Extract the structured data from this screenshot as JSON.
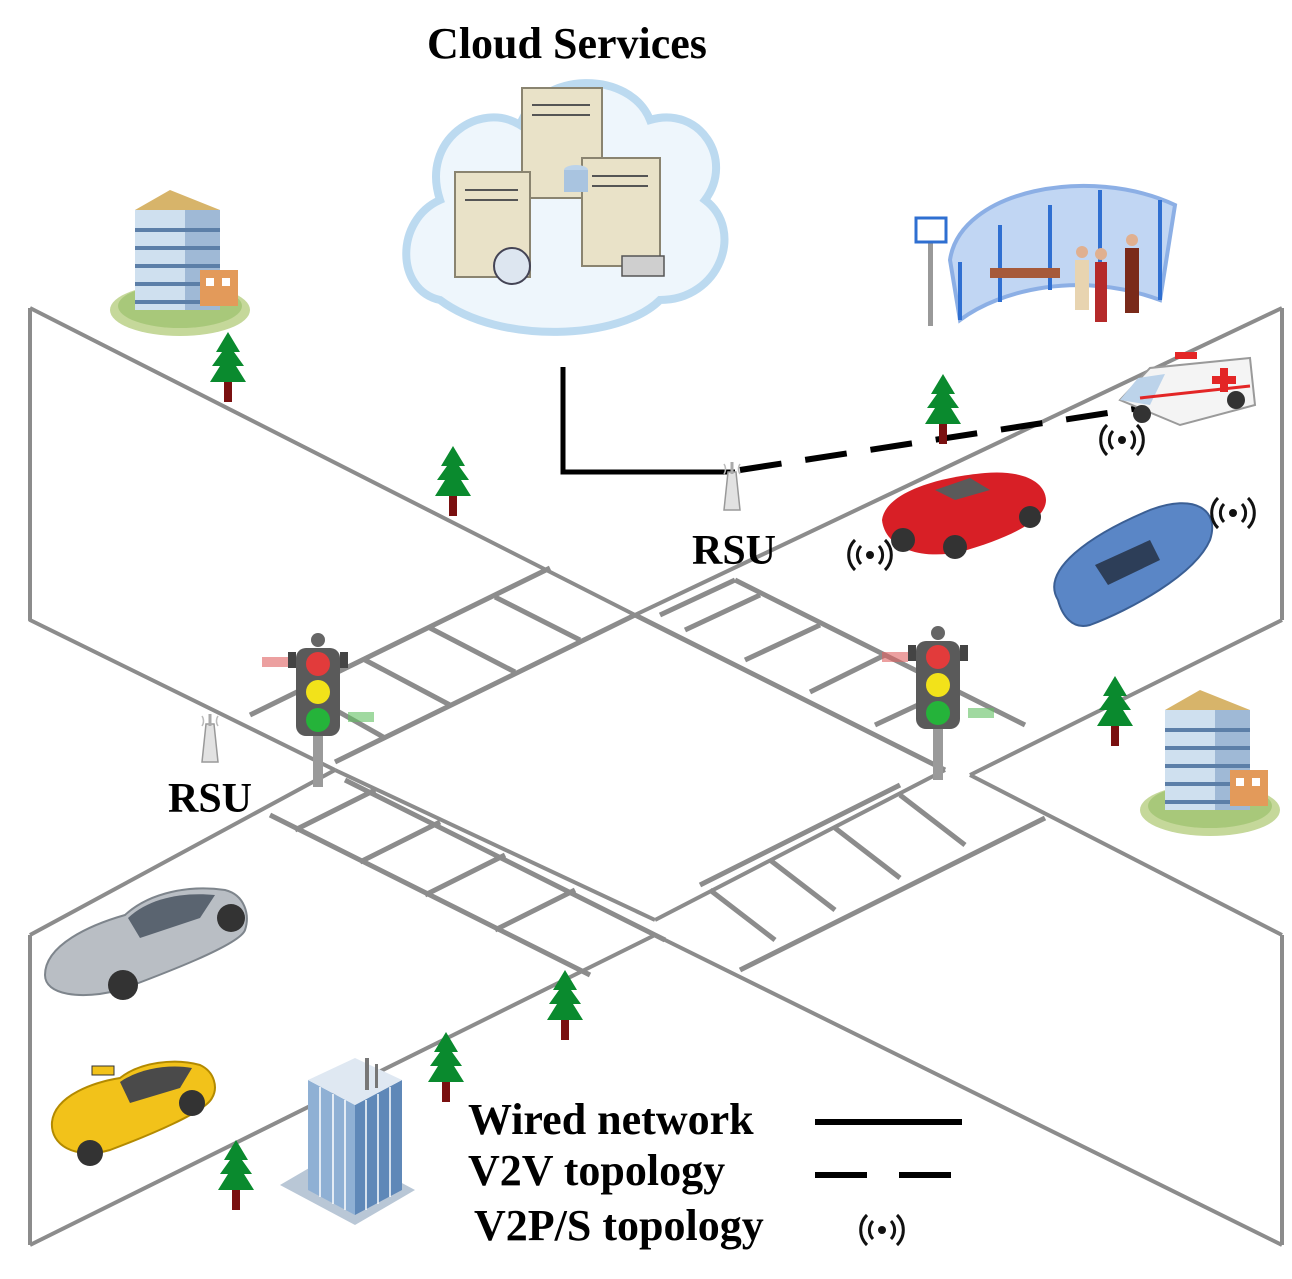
{
  "title": "Cloud Services",
  "rsu_labels": [
    "RSU",
    "RSU"
  ],
  "legend": {
    "wired": "Wired network",
    "v2v": "V2V topology",
    "v2ps": "V2P/S topology"
  },
  "icons": {
    "cloud": "cloud-servers-icon",
    "building": "office-building-icon",
    "tower": "glass-tower-icon",
    "tree": "pine-tree-icon",
    "traffic_light": "traffic-light-icon",
    "rsu": "rsu-antenna-icon",
    "bus_stop": "bus-stop-icon",
    "car": "car-icon",
    "ambulance": "ambulance-icon",
    "taxi": "taxi-icon",
    "signal": "wireless-signal-icon"
  },
  "colors": {
    "road_edge": "#8c8c8c",
    "tree": "#0a8a2e",
    "trunk": "#7a1010",
    "red_car": "#d81f26",
    "blue_car": "#5a86c6",
    "silver_car": "#b9bec4",
    "taxi": "#f2c21a",
    "shelter": "#2f6fd1"
  }
}
